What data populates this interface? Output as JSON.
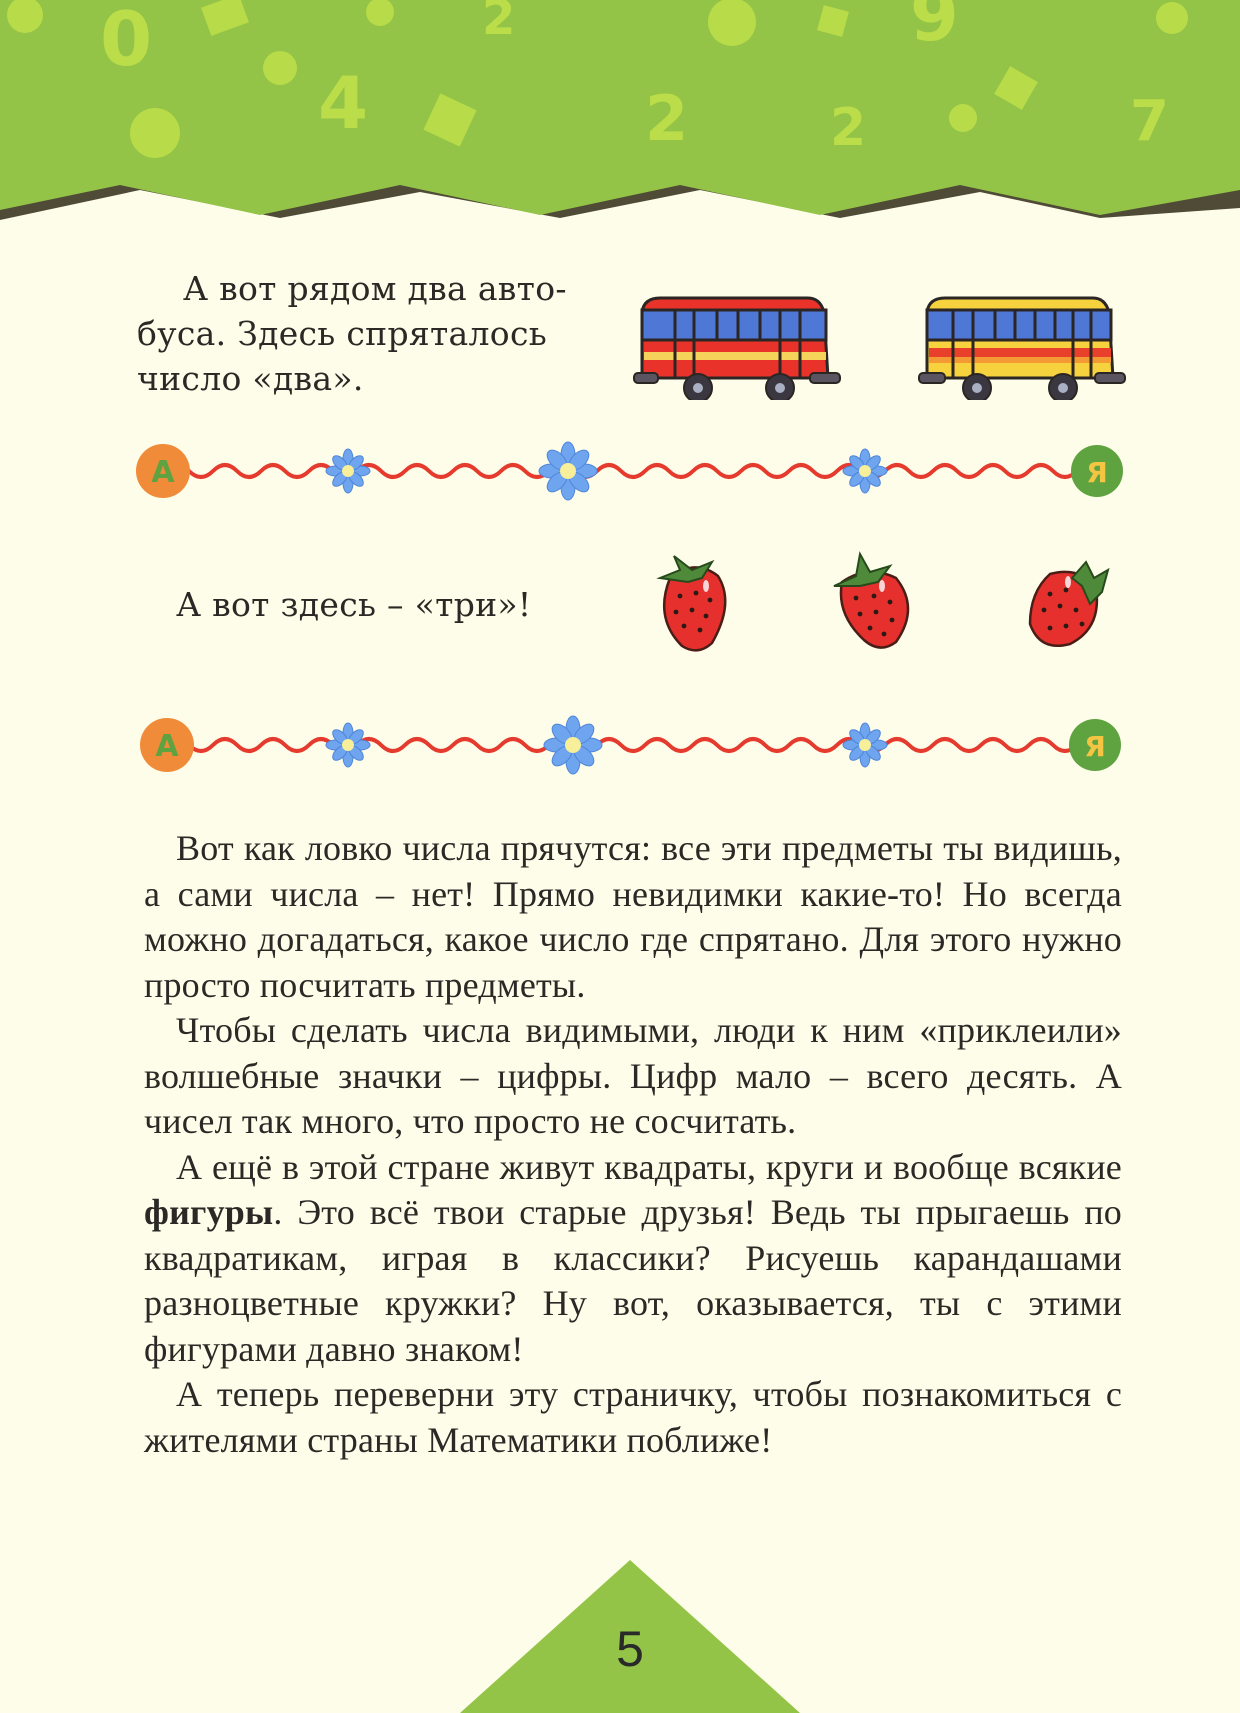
{
  "header": {
    "background_color": "#93c447",
    "decor_color": "#c8e64a",
    "decor_glyphs": [
      "0",
      "4",
      "2",
      "2",
      "9",
      "2",
      "7"
    ],
    "shadow_color": "#4f4b36"
  },
  "section_buses": {
    "text_lines": [
      "А вот рядом два авто-",
      "буса. Здесь спряталось",
      "число «два»."
    ],
    "images": [
      {
        "label": "red-bus",
        "body_color": "#e8322a",
        "stripe_color": "#f5d35a",
        "window_color": "#4f77d6"
      },
      {
        "label": "yellow-bus",
        "body_color": "#f6d23e",
        "stripe_color": "#e8402a",
        "window_color": "#4f77d6"
      }
    ],
    "count": 2
  },
  "divider": {
    "left_badge": "А",
    "right_badge": "Я",
    "left_badge_color": "#f08b3a",
    "right_badge_color": "#5fa341",
    "wave_color": "#e53a2e",
    "flower_color": "#6fa4ef"
  },
  "section_berries": {
    "text": "А вот здесь – «три»!",
    "images": [
      "strawberry",
      "strawberry",
      "strawberry"
    ],
    "count": 3
  },
  "body": {
    "p1": "Вот как ловко числа прячутся: все эти предметы ты видишь, а сами числа – нет! Прямо невидимки какие-то! Но всегда можно догадаться, какое число где спрятано. Для этого нужно просто посчитать предметы.",
    "p2": "Чтобы сделать числа видимыми, люди к ним «приклеили» волшебные значки – цифры. Цифр мало – всего десять. А чисел так много, что просто не сосчитать.",
    "p3_before": "А ещё в этой стране живут квадраты, круги и вообще всякие ",
    "p3_bold": "фигуры",
    "p3_after": ". Это всё твои старые друзья! Ведь ты прыгаешь по квадратикам, играя в классики? Рисуешь карандашами разноцветные кружки? Ну вот, оказывается, ты с этими фигурами давно знаком!",
    "p4": "А теперь переверни эту страничку, чтобы познакомиться с жителями страны Математики поближе!"
  },
  "footer": {
    "page_number": "5",
    "triangle_color": "#93c447"
  }
}
